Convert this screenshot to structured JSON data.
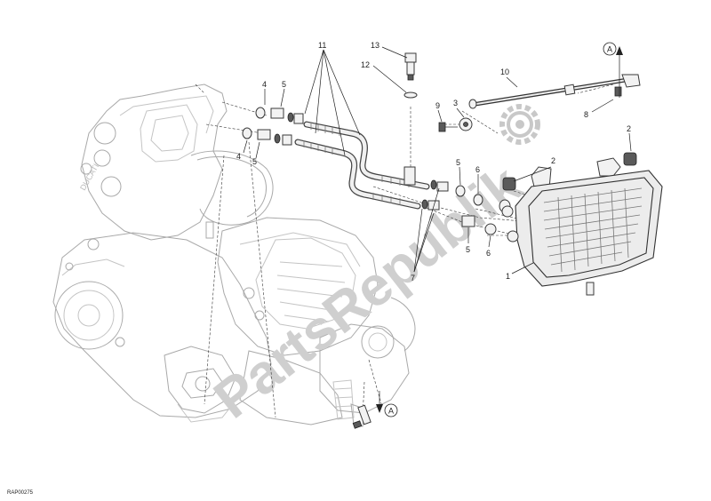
{
  "diagram": {
    "callouts": [
      {
        "id": "c11",
        "text": "11"
      },
      {
        "id": "c13",
        "text": "13"
      },
      {
        "id": "c12",
        "text": "12"
      },
      {
        "id": "c10",
        "text": "10"
      },
      {
        "id": "c4a",
        "text": "4"
      },
      {
        "id": "c5a",
        "text": "5"
      },
      {
        "id": "c9",
        "text": "9"
      },
      {
        "id": "c3",
        "text": "3"
      },
      {
        "id": "c8",
        "text": "8"
      },
      {
        "id": "c2a",
        "text": "2"
      },
      {
        "id": "c2b",
        "text": "2"
      },
      {
        "id": "c4b",
        "text": "4"
      },
      {
        "id": "c5b",
        "text": "5"
      },
      {
        "id": "c5c",
        "text": "5"
      },
      {
        "id": "c6a",
        "text": "6"
      },
      {
        "id": "c5d",
        "text": "5"
      },
      {
        "id": "c6b",
        "text": "6"
      },
      {
        "id": "c7",
        "text": "7"
      },
      {
        "id": "c1",
        "text": "1"
      }
    ],
    "reference_marker": "A",
    "drawing_code": "RAP00275",
    "watermark": "PartsRepublik"
  }
}
